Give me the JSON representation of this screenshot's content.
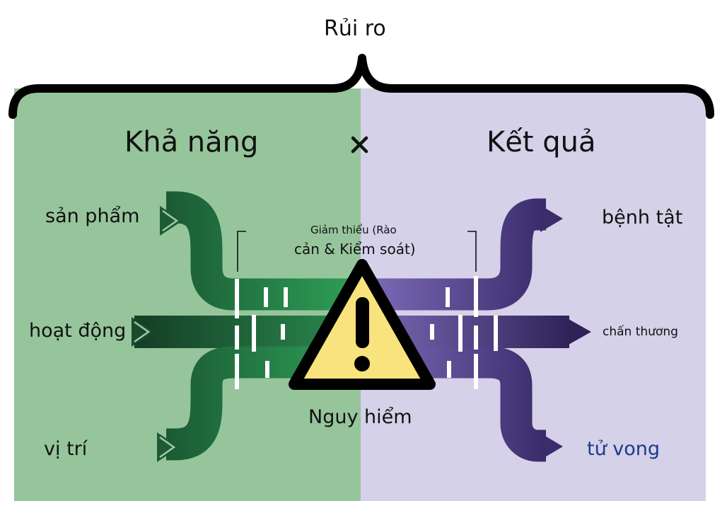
{
  "diagram": {
    "title": "Rủi ro",
    "likelihood_label": "Khả năng",
    "multiply_symbol": "×",
    "consequence_label": "Kết quả",
    "sources": [
      "sản phẩm",
      "hoạt động",
      "vị trí"
    ],
    "outcomes": [
      "bệnh tật",
      "chấn thương",
      "tử vong"
    ],
    "mitigation_label_line1": "Giảm thiểu (Rào",
    "mitigation_label_line2": "cản & Kiểm soát)",
    "hazard_label": "Nguy hiểm",
    "hazard_icon": "warning-triangle-icon",
    "colors": {
      "left_panel": "#96c59c",
      "right_panel": "#d5d1e9",
      "green_flow": "#2a7f48",
      "purple_flow": "#6b5aa6",
      "warning_fill": "#f9e37c",
      "death_label": "#1e3a8a"
    }
  }
}
